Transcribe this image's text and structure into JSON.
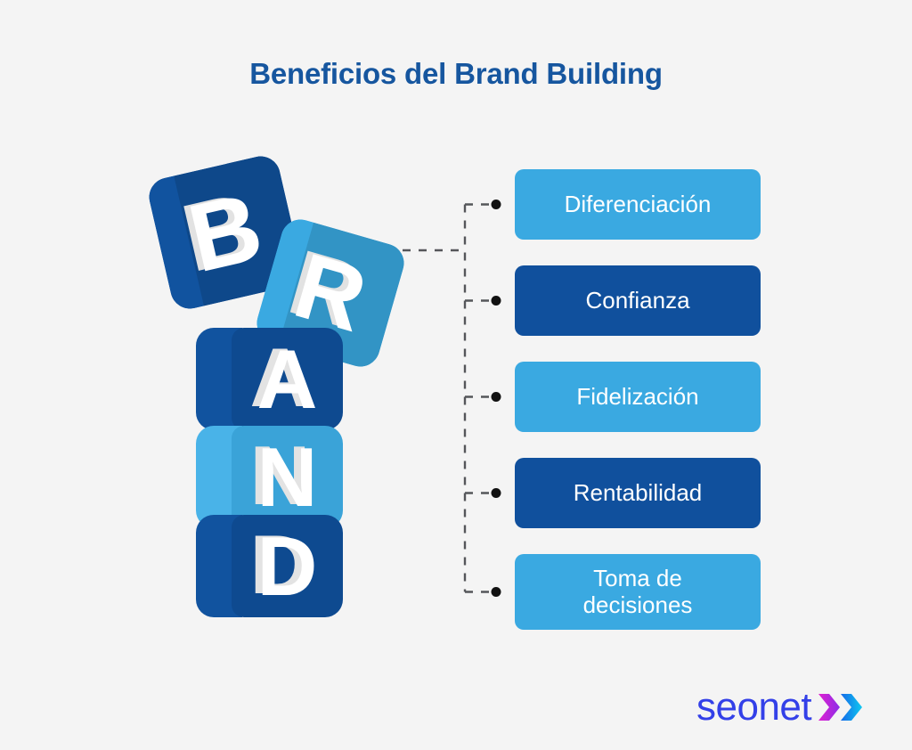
{
  "page": {
    "title": "Beneficios del Brand Building",
    "background_color": "#f4f4f4",
    "title_color": "#16569f"
  },
  "brand_blocks": {
    "word": "BRAND",
    "letters": [
      {
        "letter": "B",
        "color": "#11539f",
        "style": "tilted"
      },
      {
        "letter": "R",
        "color": "#3aa9e1",
        "style": "tilted"
      },
      {
        "letter": "A",
        "color": "#0e4a90",
        "style": "stacked"
      },
      {
        "letter": "N",
        "color": "#3aa3d8",
        "style": "stacked"
      },
      {
        "letter": "D",
        "color": "#0e4a90",
        "style": "stacked"
      }
    ]
  },
  "benefits": {
    "items": [
      {
        "label": "Diferenciación",
        "color": "#3aa9e1",
        "text_color": "#ffffff"
      },
      {
        "label": "Confianza",
        "color": "#10509d",
        "text_color": "#ffffff"
      },
      {
        "label": "Fidelización",
        "color": "#3aa9e1",
        "text_color": "#ffffff"
      },
      {
        "label": "Rentabilidad",
        "color": "#10509d",
        "text_color": "#ffffff"
      },
      {
        "label": "Toma de\ndecisiones",
        "color": "#3aa9e1",
        "text_color": "#ffffff"
      }
    ]
  },
  "connector": {
    "style": "dashed",
    "color": "#55565a",
    "dot_color": "#111111"
  },
  "logo": {
    "wordmark": "seonet",
    "wordmark_color": "#3340e8",
    "chevron_colors": [
      "#e020d0",
      "#8b2ce8",
      "#1569e8",
      "#0fc8f0"
    ]
  }
}
